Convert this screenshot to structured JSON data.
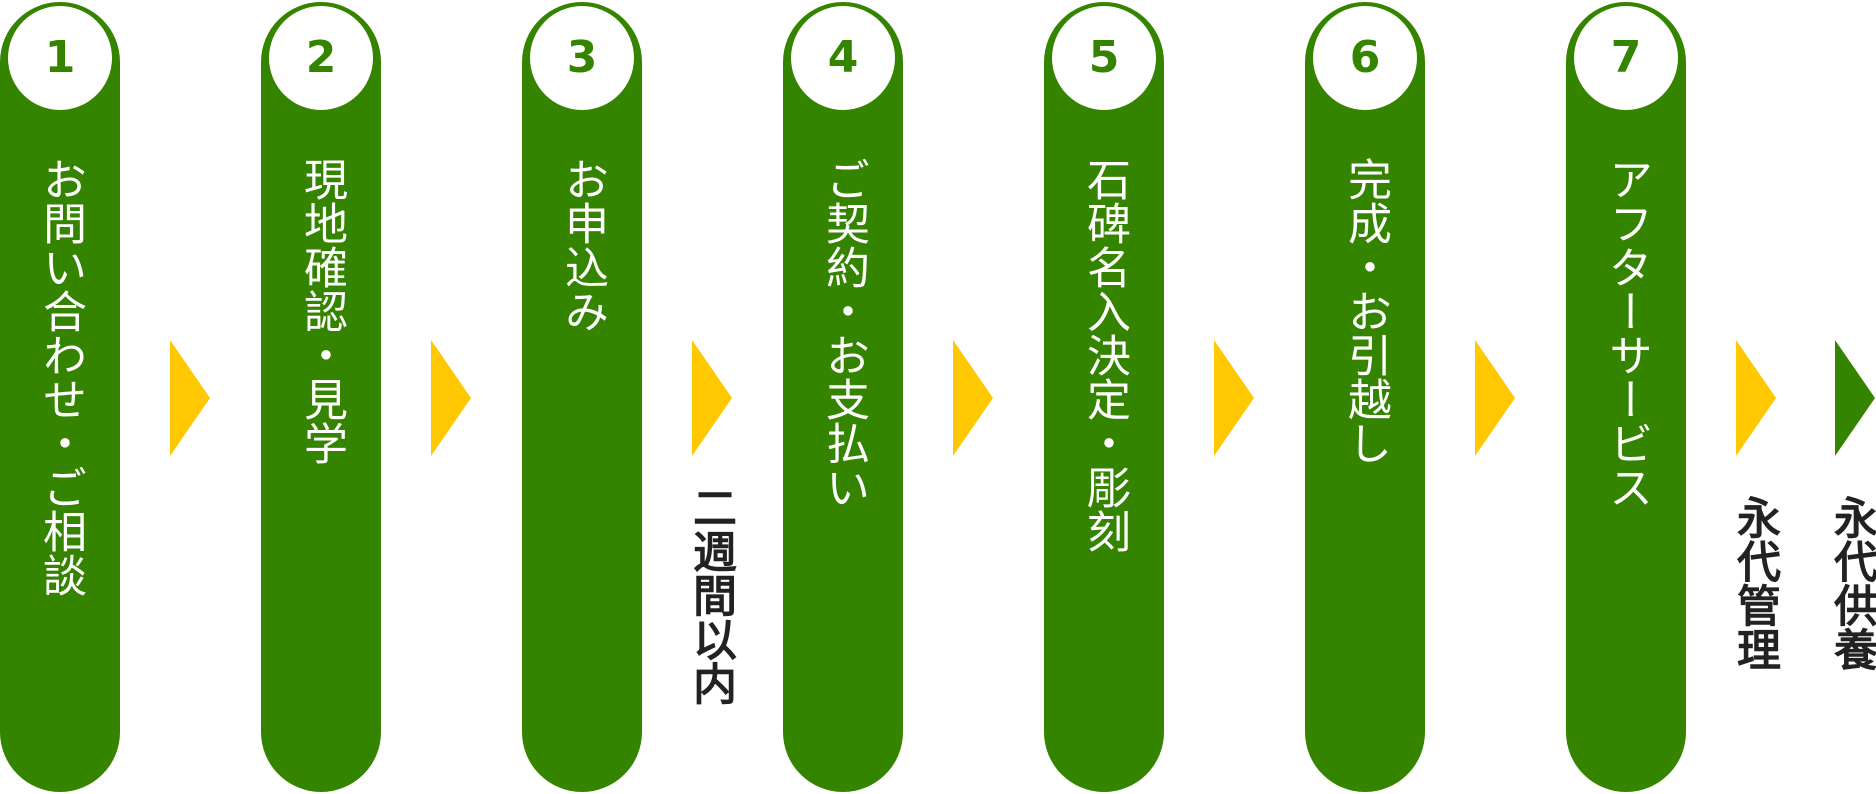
{
  "colors": {
    "step_green": "#348400",
    "arrow_yellow": "#FFC800",
    "text_dark": "#222222"
  },
  "steps": [
    {
      "number": "1",
      "label": "お問い合わせ・ご相談"
    },
    {
      "number": "2",
      "label": "現地確認・見学"
    },
    {
      "number": "3",
      "label": "お申込み"
    },
    {
      "number": "4",
      "label": "ご契約・お支払い"
    },
    {
      "number": "5",
      "label": "石碑名入決定・彫刻"
    },
    {
      "number": "6",
      "label": "完成・お引越し"
    },
    {
      "number": "7",
      "label": "アフターサービス"
    }
  ],
  "notes": {
    "between_3_4": "二週間以内",
    "after_7": "永代管理",
    "final": "永代供養"
  }
}
